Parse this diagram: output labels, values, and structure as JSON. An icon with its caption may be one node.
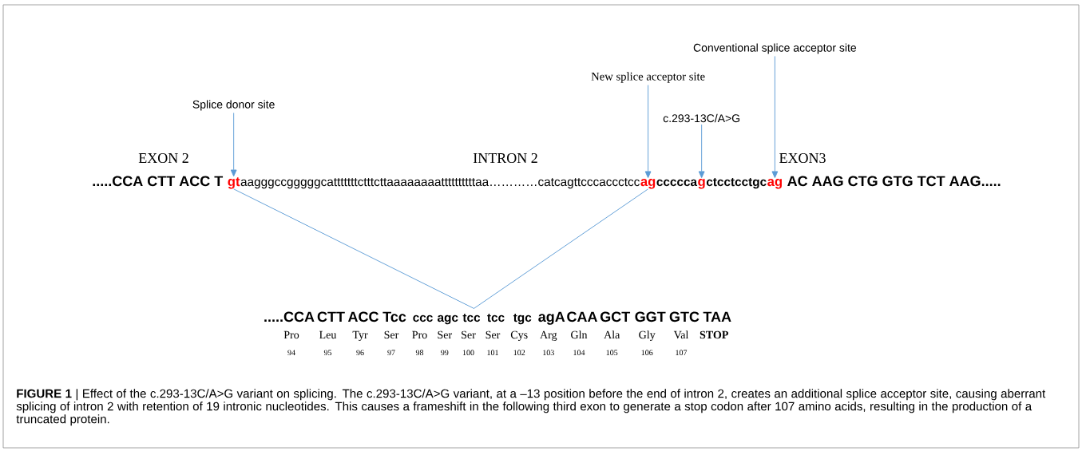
{
  "diagram": {
    "caption": "**FIGURE 1** | Effect of the c.293-13C/A>G variant on splicing. The c.293-13C/A>G variant, at a –13 position before the end of intron 2, creates an additional splice acceptor site, causing aberrant splicing of intron 2 with retention of 19 intronic nucleotides. This causes a frameshift in the following third exon to generate a stop codon after 107 amino acids, resulting in the production of a truncated protein.",
    "nodes": [
      {
        "text": [
          "Splice donor site"
        ]
      },
      {
        "text": [
          "New splice acceptor site"
        ]
      },
      {
        "text": [
          "c.293-13C/A>G"
        ]
      },
      {
        "text": [
          "Conventional splice acceptor site"
        ]
      },
      {
        "text": [
          "gt"
        ]
      },
      {
        "text": [
          "ag"
        ]
      },
      {
        "text": [
          "g"
        ]
      },
      {
        "text": [
          "ag"
        ]
      },
      {
        "text": [
          ".....CCA",
          "CTT",
          "ACC",
          "Tcc",
          "ccc",
          "agc",
          "tcc",
          "tcc",
          "tgc",
          "agA",
          "CAA",
          "GCT",
          "GGT",
          "GTC",
          "TAA"
        ]
      }
    ],
    "edges": [
      {
        "from": 0,
        "to": 4,
        "arrow": "to"
      },
      {
        "from": 1,
        "to": 5,
        "arrow": "to"
      },
      {
        "from": 2,
        "to": 6,
        "arrow": "to"
      },
      {
        "from": 3,
        "to": 7,
        "arrow": "to"
      },
      {
        "from": 4,
        "to": 8,
        "arrow": "none"
      },
      {
        "from": 5,
        "to": 8,
        "arrow": "none"
      }
    ],
    "labels": [
      "EXON 2",
      "INTRON 2",
      "EXON3",
      ".....CCA CTT ACC T",
      "aagggccgggggcatttttttctttcttaaaaaaaattttttttttaa…………catcagttcccaccctcc",
      "ccccca",
      "ctcctcctgc",
      "AC AAG CTG GTG TCT AAG.....",
      "Pro",
      "Leu",
      "Tyr",
      "Ser",
      "Pro",
      "Ser",
      "Ser",
      "Ser",
      "Cys",
      "Arg",
      "Gln",
      "Ala",
      "Gly",
      "Val",
      "STOP",
      "94",
      "95",
      "96",
      "97",
      "98",
      "99",
      "100",
      "101",
      "102",
      "103",
      "104",
      "105",
      "106",
      "107"
    ]
  }
}
